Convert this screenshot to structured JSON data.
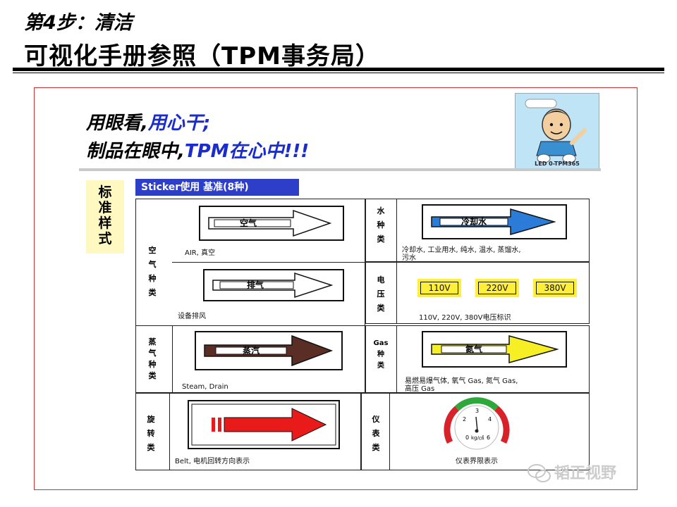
{
  "header": {
    "step": "第4步：清洁",
    "title": "可视化手册参照（TPM事务局）"
  },
  "slogan": {
    "line1_part1": "用眼看,",
    "line1_part2": "用心干;",
    "line2_part1": "制品在眼中,",
    "line2_part2": "TPM在心中!!!"
  },
  "cartoon": {
    "caption": "LED 0-TPM365"
  },
  "standard_label": "标\n准\n样\n式",
  "sticker_header": "Sticker使用 基准(8种)",
  "rows": {
    "air": {
      "label": "空\n气\n种\n类",
      "item1": {
        "text": "空气",
        "caption": "AIR, 真空"
      },
      "item2": {
        "text": "排气",
        "caption": "设备排风"
      }
    },
    "water": {
      "label": "水\n种\n类",
      "text": "冷却水",
      "caption_line1": "冷却水, 工业用水, 纯水, 温水, 蒸馏水,",
      "caption_line2": "污水"
    },
    "voltage": {
      "label": "电\n压\n类",
      "values": [
        "110V",
        "220V",
        "380V"
      ],
      "caption": "110V, 220V, 380V电压标识"
    },
    "steam": {
      "label": "蒸\n气\n种\n类",
      "text": "蒸汽",
      "caption": "Steam,  Drain"
    },
    "gas": {
      "label": "Gas\n种\n类",
      "text": "氮气",
      "caption_line1": "易燃易爆气体, 氧气 Gas, 氮气 Gas,",
      "caption_line2": "高压 Gas"
    },
    "rotation": {
      "label": "旋\n转\n类",
      "caption": "Belt, 电机回转方向表示"
    },
    "gauge": {
      "label": "仪\n表\n类",
      "caption": "仪表界限表示",
      "ticks": [
        "2",
        "3",
        "4",
        "0",
        "6"
      ],
      "unit": "kg/㎠"
    }
  },
  "watermark": {
    "text": "韬正视野"
  },
  "colors": {
    "sticker_blue": "#2d3fc9",
    "slogan_blue": "#1a2ccc",
    "water_blue": "#2a7cd8",
    "steam_brown": "#5a2e25",
    "gas_yellow": "#f6ef24",
    "rotation_red": "#e81a1a",
    "gauge_green": "#2ea83a",
    "gauge_red": "#d8222a",
    "volt_yellow": "#ffef3a",
    "frame_red": "#d03030"
  }
}
